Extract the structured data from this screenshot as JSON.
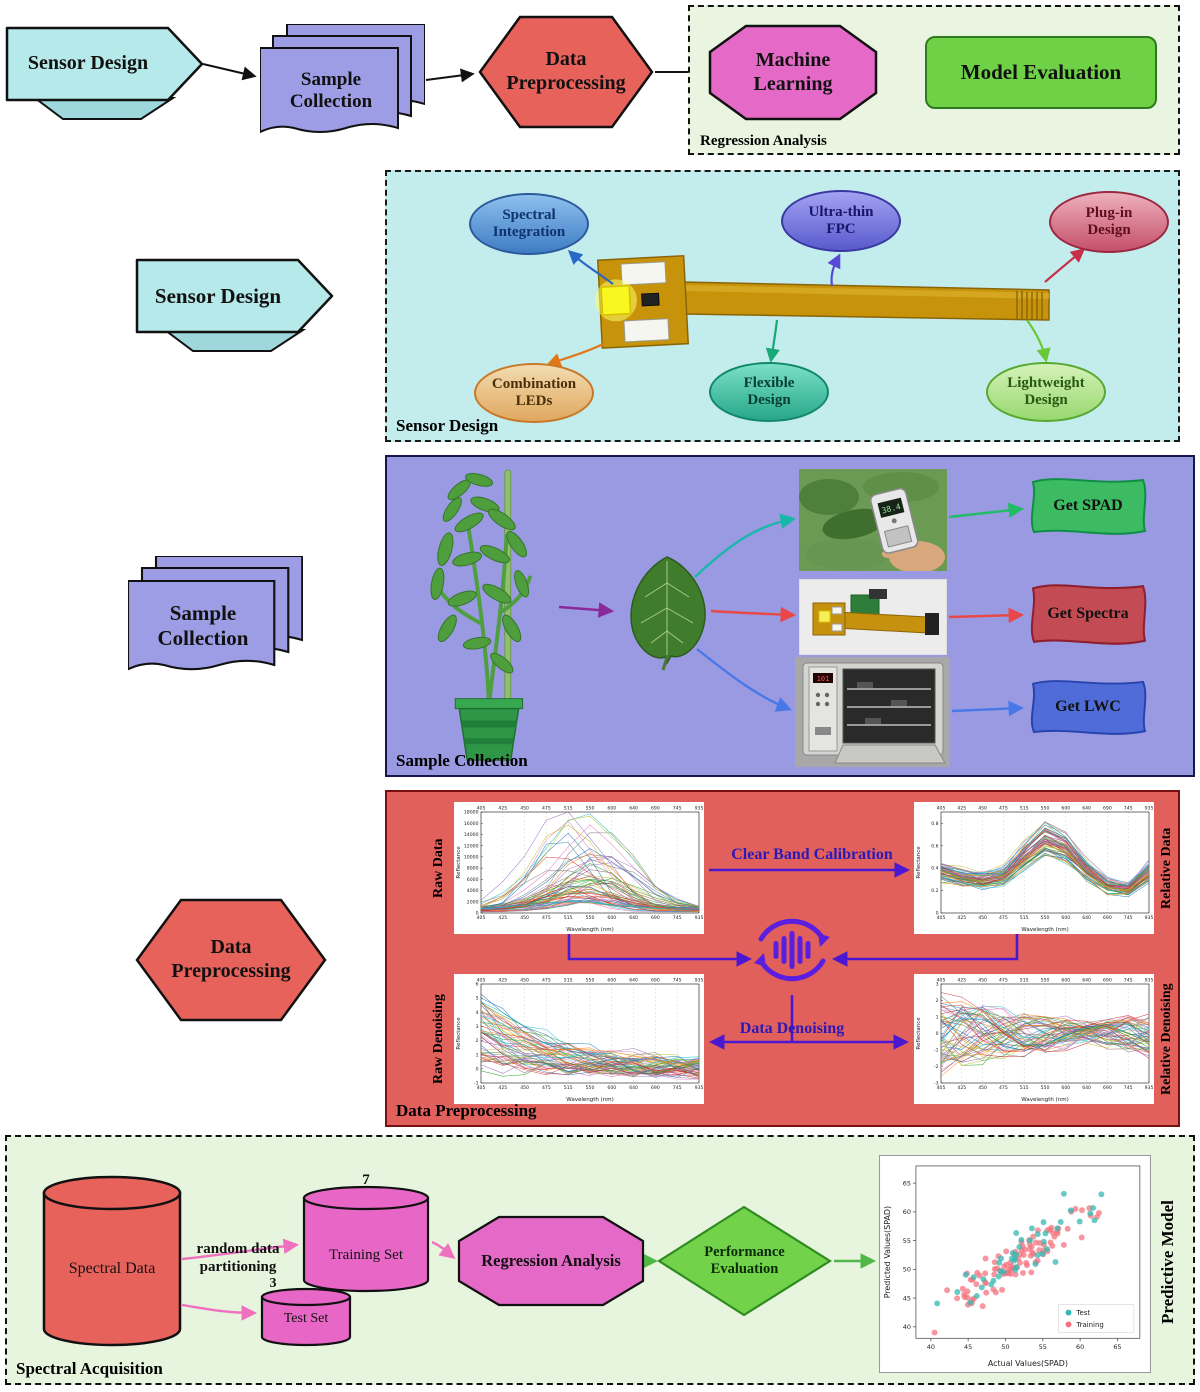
{
  "palette": {
    "flow_cyan": "#b5e9ea",
    "flow_purple": "#9d9de6",
    "flow_red": "#e8625c",
    "flow_pink": "#e56ac8",
    "flow_green": "#6fd146",
    "sensor_box_bg": "#c3ecec",
    "sample_box_bg": "#9a9ae2",
    "preprocess_box_bg": "#e2605b",
    "model_box_bg": "#e7f4de",
    "purple_accent": "#4a18d0",
    "chart_line_colors": [
      "#1f77b4",
      "#ff7f0e",
      "#2ca02c",
      "#d62728",
      "#9467bd",
      "#8c564b",
      "#e377c2",
      "#7f7f7f",
      "#bcbd22",
      "#17becf"
    ]
  },
  "top_flow": {
    "nodes": [
      {
        "id": "sensor-design",
        "label": "Sensor Design"
      },
      {
        "id": "sample-collection",
        "label": "Sample Collection"
      },
      {
        "id": "data-preprocessing",
        "label": "Data Preprocessing"
      },
      {
        "id": "machine-learning",
        "label": "Machine Learning"
      },
      {
        "id": "model-evaluation",
        "label": "Model Evaluation"
      }
    ],
    "regression_box_label": "Regression Analysis"
  },
  "sensor_section": {
    "side_label": "Sensor Design",
    "corner_label": "Sensor Design",
    "callouts": [
      {
        "label": "Spectral Integration"
      },
      {
        "label": "Ultra-thin FPC"
      },
      {
        "label": "Plug-in Design"
      },
      {
        "label": "Combination LEDs"
      },
      {
        "label": "Flexible Design"
      },
      {
        "label": "Lightweight Design"
      }
    ]
  },
  "sample_section": {
    "side_label": "Sample Collection",
    "corner_label": "Sample Collection",
    "banners": [
      {
        "label": "Get SPAD"
      },
      {
        "label": "Get Spectra"
      },
      {
        "label": "Get LWC"
      }
    ]
  },
  "preprocessing_section": {
    "side_label": "Data Preprocessing",
    "corner_label": "Data Preprocessing",
    "calibration_arrow_label": "Clear Band Calibration",
    "denoising_arrow_label": "Data Denoising",
    "panel_labels": {
      "raw": "Raw Data",
      "relative": "Relative Data",
      "raw_denoising": "Raw Denoising",
      "relative_denoising": "Relative Denoising"
    }
  },
  "model_section": {
    "corner_label": "Spectral Acquisition",
    "side_label": "Predictive Model",
    "spectral_data_label": "Spectral Data",
    "partition_label": "random data partitioning",
    "training_set_label": "Training Set",
    "training_set_count": "7",
    "test_set_label": "Test Set",
    "test_set_count": "3",
    "regression_label": "Regression Analysis",
    "performance_label": "Performance Evaluation"
  },
  "chart_data": [
    {
      "id": "raw_data",
      "type": "line",
      "kind": "raw",
      "xlabel": "Wavelength (nm)",
      "ylabel": "Reflectance",
      "x_ticks": [
        405,
        425,
        450,
        475,
        515,
        550,
        600,
        640,
        690,
        745,
        935
      ],
      "xlim": [
        405,
        935
      ],
      "ylim": [
        0,
        18000
      ],
      "y_ticks": [
        0,
        2000,
        4000,
        6000,
        8000,
        10000,
        12000,
        14000,
        16000,
        18000
      ],
      "n_series": 60,
      "seed": 7,
      "grid": true,
      "description": "Raw spectral intensity curves of all samples; peaks between 515 and 600 nm, maximum about 16000 counts"
    },
    {
      "id": "relative_data",
      "type": "line",
      "kind": "relative",
      "xlabel": "Wavelength (nm)",
      "ylabel": "Reflectance",
      "x_ticks": [
        405,
        425,
        450,
        475,
        515,
        550,
        600,
        640,
        690,
        745,
        935
      ],
      "xlim": [
        405,
        935
      ],
      "ylim": [
        0,
        0.9
      ],
      "y_ticks": [
        0,
        0.2,
        0.4,
        0.6,
        0.8
      ],
      "n_series": 60,
      "seed": 11,
      "grid": true,
      "description": "Relative reflectance after clear-band calibration; green peak near 550-600 nm (~0.7), trough near 690-745 nm"
    },
    {
      "id": "raw_denoising",
      "type": "line",
      "kind": "raw_dn",
      "xlabel": "Wavelength (nm)",
      "ylabel": "Reflectance",
      "x_ticks": [
        405,
        425,
        450,
        475,
        515,
        550,
        600,
        640,
        690,
        745,
        935
      ],
      "xlim": [
        405,
        935
      ],
      "ylim": [
        -1,
        6
      ],
      "y_ticks": [
        -1,
        0,
        1,
        2,
        3,
        4,
        5,
        6
      ],
      "n_series": 55,
      "seed": 13,
      "grid": true,
      "description": "Standardized raw spectra after denoising; values mostly between -1 and 3 with a few high curves at short wavelengths"
    },
    {
      "id": "relative_denoising",
      "type": "line",
      "kind": "rel_dn",
      "xlabel": "Wavelength (nm)",
      "ylabel": "Reflectance",
      "x_ticks": [
        405,
        425,
        450,
        475,
        515,
        550,
        600,
        640,
        690,
        745,
        935
      ],
      "xlim": [
        405,
        935
      ],
      "ylim": [
        -3,
        3
      ],
      "y_ticks": [
        -3,
        -2,
        -1,
        0,
        1,
        2,
        3
      ],
      "n_series": 55,
      "seed": 17,
      "grid": true,
      "description": "Standardized relative spectra after denoising; oscillating curves pinching together near 640 nm"
    },
    {
      "id": "prediction_scatter",
      "type": "scatter",
      "xlabel": "Actual Values(SPAD)",
      "ylabel": "Predicted Values(SPAD)",
      "x_ticks": [
        40,
        45,
        50,
        55,
        60,
        65
      ],
      "y_ticks": [
        40,
        45,
        50,
        55,
        60,
        65
      ],
      "xlim": [
        38,
        68
      ],
      "ylim": [
        38,
        68
      ],
      "series": [
        {
          "name": "Test",
          "color": "#35b8b2",
          "n": 45
        },
        {
          "name": "Training",
          "color": "#f4737f",
          "n": 100
        }
      ],
      "legend_position": "lower right",
      "seed": 23,
      "description": "Predicted vs actual SPAD values clustered along the 1:1 diagonal between about 42 and 67"
    }
  ]
}
